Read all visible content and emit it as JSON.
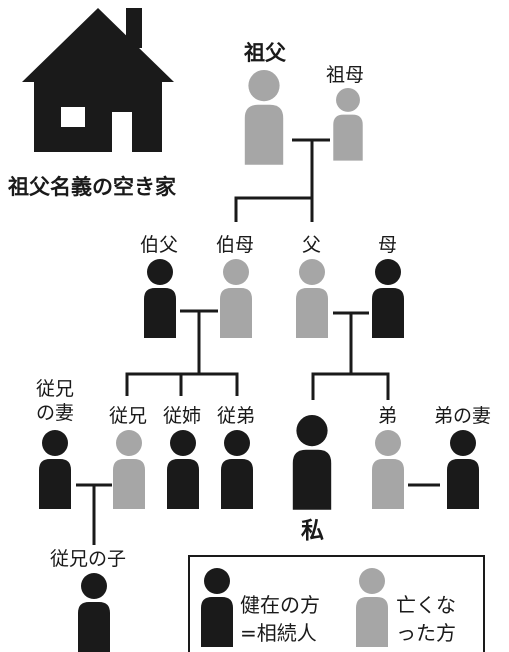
{
  "colors": {
    "alive": "#1a1a1a",
    "deceased": "#a6a6a6",
    "line": "#1a1a1a",
    "house": "#1a1a1a"
  },
  "house": {
    "icon": "house-icon",
    "caption": "祖父名義の空き家"
  },
  "people": {
    "grandfather": {
      "label": "祖父",
      "status": "deceased"
    },
    "grandmother": {
      "label": "祖母",
      "status": "deceased"
    },
    "uncle": {
      "label": "伯父",
      "status": "alive"
    },
    "aunt": {
      "label": "伯母",
      "status": "deceased"
    },
    "father": {
      "label": "父",
      "status": "deceased"
    },
    "mother": {
      "label": "母",
      "status": "alive"
    },
    "cousin_wife": {
      "label_line1": "従兄",
      "label_line2": "の妻",
      "status": "alive"
    },
    "cousin_male": {
      "label": "従兄",
      "status": "deceased"
    },
    "cousin_female": {
      "label": "従姉",
      "status": "alive"
    },
    "cousin_younger": {
      "label": "従弟",
      "status": "alive"
    },
    "me": {
      "label": "私",
      "status": "alive"
    },
    "brother": {
      "label": "弟",
      "status": "deceased"
    },
    "brother_wife": {
      "label": "弟の妻",
      "status": "alive"
    },
    "cousin_child": {
      "label": "従兄の子",
      "status": "alive"
    }
  },
  "legend": {
    "alive_line1": "健在の方",
    "alive_line2": "=相続人",
    "deceased_line1": "亡くな",
    "deceased_line2": "った方"
  }
}
